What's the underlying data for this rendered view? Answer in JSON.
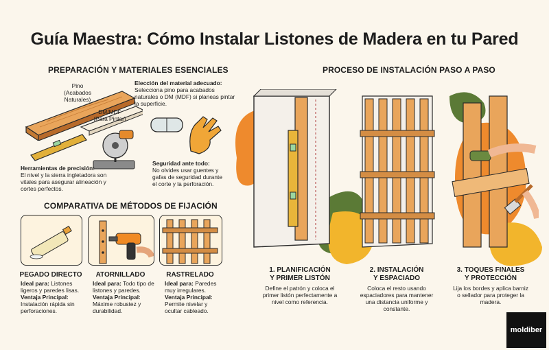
{
  "title": "Guía Maestra: Cómo Instalar Listones de Madera en tu Pared",
  "sections": {
    "prep": "PREPARACIÓN Y MATERIALES ESENCIALES",
    "compare": "COMPARATIVA DE MÉTODOS DE FIJACIÓN",
    "process": "PROCESO DE INSTALACIÓN PASO A PASO"
  },
  "materials": {
    "pino_label": "Pino",
    "pino_sub": "(Acabados Naturales)",
    "dm_label": "DM/MDF",
    "dm_sub": "(Para Pintar)",
    "choice_title": "Elección del material adecuado:",
    "choice_text": "Selecciona pino para acabados naturales o DM (MDF) si planeas pintar la superficie.",
    "tools_title": "Herramientas de precisión:",
    "tools_text": "El nivel y la sierra ingletadora son vitales para asegurar alineación y cortes perfectos.",
    "safety_title": "Seguridad ante todo:",
    "safety_text": "No olvides usar guentes y gafas de seguridad durante el corte y la perforación."
  },
  "methods": [
    {
      "title": "PEGADO DIRECTO",
      "ideal_label": "Ideal para:",
      "ideal": "Listones ligeros y paredes lisas.",
      "adv_label": "Ventaja Principal:",
      "adv": "Instalación rápida sin perforaciones."
    },
    {
      "title": "ATORNILLADO",
      "ideal_label": "Ideal para:",
      "ideal": "Todo tipo de listones y paredes.",
      "adv_label": "Ventaja Principal:",
      "adv": "Máxime robustez y durabilidad."
    },
    {
      "title": "RASTRELADO",
      "ideal_label": "Ideal para:",
      "ideal": "Paredes muy irregulares.",
      "adv_label": "Ventaja Principal:",
      "adv": "Permite nivelar y ocultar cableado."
    }
  ],
  "steps": [
    {
      "title_1": "1. PLANIFICACIÓN",
      "title_2": "Y PRIMER LISTÓN",
      "desc": "Define el patrón y coloca el primer listón perfectamente a nivel como referencia."
    },
    {
      "title_1": "2. INSTALACIÓN",
      "title_2": "Y ESPACIADO",
      "desc": "Coloca el resto usando espaciadores para mantener una distancia uniforme y constante."
    },
    {
      "title_1": "3. TOQUES FINALES",
      "title_2": "Y PROTECCIÓN",
      "desc": "Lija los bordes y aplica barniz o sellador para proteger la madera."
    }
  ],
  "brand": "moldiber",
  "colors": {
    "wood": "#e9a55b",
    "wood_dark": "#b86a2a",
    "orange": "#ee8a2d",
    "yellow": "#f2b52c",
    "green": "#5b7a36",
    "bg": "#fbf6ec"
  }
}
